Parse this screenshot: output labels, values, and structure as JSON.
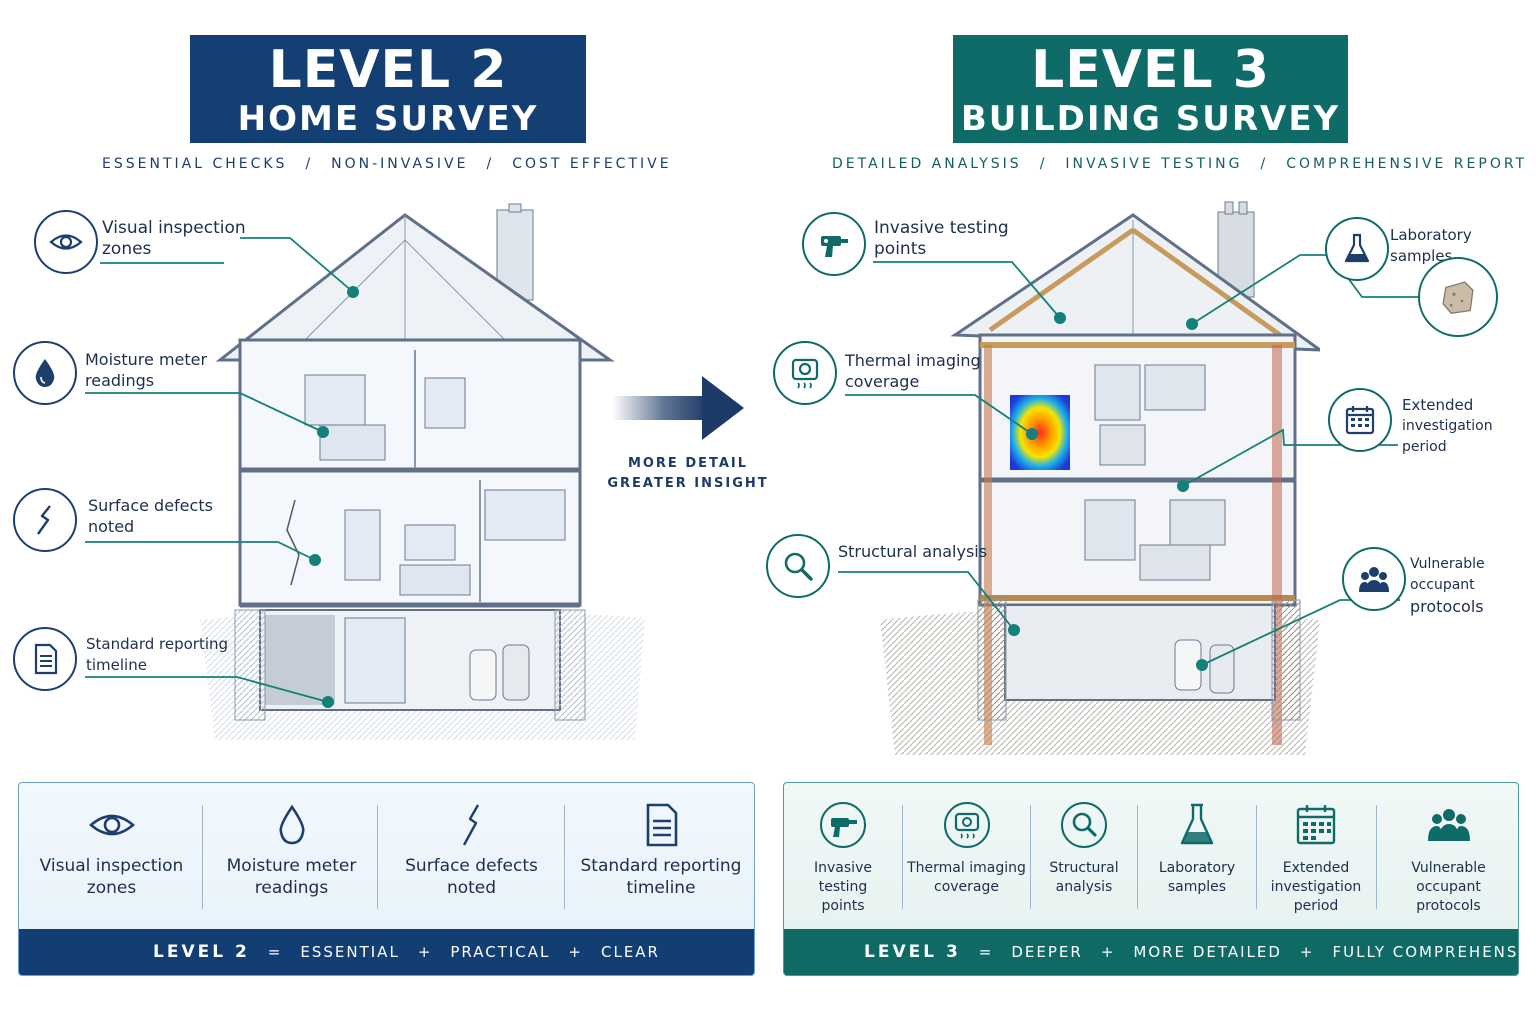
{
  "level2": {
    "title_big": "LEVEL 2",
    "title_small": "HOME SURVEY",
    "tags": [
      "ESSENTIAL CHECKS",
      "NON-INVASIVE",
      "COST EFFECTIVE"
    ],
    "callouts": [
      {
        "line1": "Visual inspection",
        "line2": "zones",
        "icon": "eye-icon"
      },
      {
        "line1": "Moisture meter",
        "line2": "readings",
        "icon": "water-drop-icon"
      },
      {
        "line1": "Surface defects",
        "line2": "noted",
        "icon": "crack-icon"
      },
      {
        "line1": "Standard reporting",
        "line2": "timeline",
        "icon": "document-icon"
      }
    ],
    "panel_items": [
      {
        "line1": "Visual inspection",
        "line2": "zones"
      },
      {
        "line1": "Moisture meter",
        "line2": "readings"
      },
      {
        "line1": "Surface defects",
        "line2": "noted"
      },
      {
        "line1": "Standard reporting",
        "line2": "timeline"
      }
    ],
    "footer": {
      "label": "LEVEL 2",
      "eq": "=",
      "a": "ESSENTIAL",
      "plus": "+",
      "b": "PRACTICAL",
      "c": "CLEAR"
    },
    "color": "#133f73"
  },
  "middle": {
    "line1": "MORE DETAIL",
    "line2": "GREATER INSIGHT"
  },
  "level3": {
    "title_big": "LEVEL 3",
    "title_small": "BUILDING SURVEY",
    "tags": [
      "DETAILED ANALYSIS",
      "INVASIVE TESTING",
      "COMPREHENSIVE REPORT"
    ],
    "callouts": [
      {
        "line1": "Invasive testing",
        "line2": "points",
        "icon": "drill-icon"
      },
      {
        "line1": "Thermal imaging",
        "line2": "coverage",
        "icon": "thermal-camera-icon"
      },
      {
        "line1": "Structural analysis",
        "line2": "",
        "icon": "magnifier-icon"
      },
      {
        "line1": "Laboratory samples",
        "line2": "",
        "icon": "flask-icon"
      },
      {
        "line1": "Extended",
        "line2": "investigation period",
        "icon": "calendar-icon"
      },
      {
        "line1": "Vulnerable occupant",
        "line2": "protocols",
        "icon": "people-icon"
      }
    ],
    "panel_items": [
      {
        "line1": "Invasive testing",
        "line2": "points"
      },
      {
        "line1": "Thermal imaging",
        "line2": "coverage"
      },
      {
        "line1": "Structural",
        "line2": "analysis"
      },
      {
        "line1": "Laboratory",
        "line2": "samples"
      },
      {
        "line1": "Extended",
        "line2": "investigation",
        "line3": "period"
      },
      {
        "line1": "Vulnerable occupant",
        "line2": "protocols"
      }
    ],
    "footer": {
      "label": "LEVEL 3",
      "eq": "=",
      "a": "DEEPER",
      "plus": "+",
      "b": "MORE DETAILED",
      "c": "FULLY COMPREHENSIVE"
    },
    "color": "#0f6b68"
  }
}
